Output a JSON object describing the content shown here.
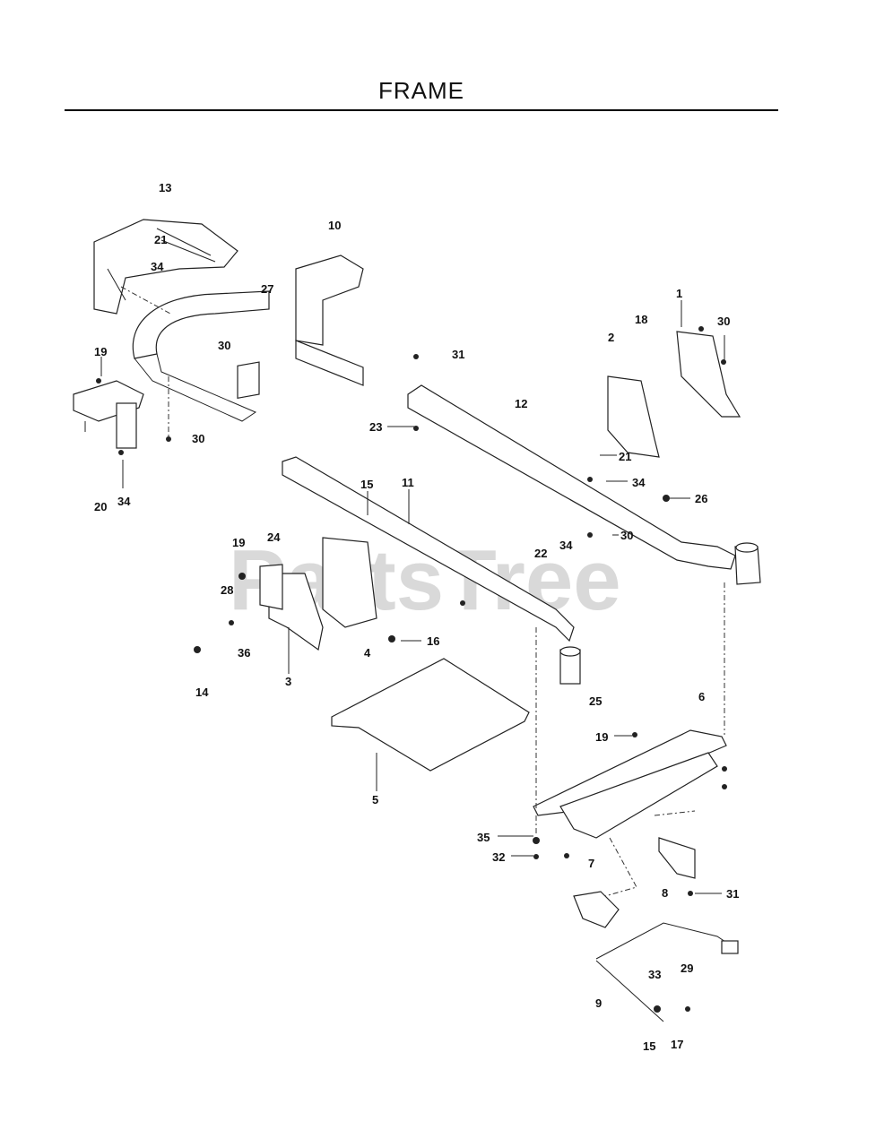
{
  "page": {
    "title": "FRAME",
    "watermark": "PartsTree"
  },
  "callouts": [
    "13",
    "21",
    "34",
    "10",
    "27",
    "30",
    "19",
    "20",
    "34",
    "30",
    "1",
    "18",
    "30",
    "2",
    "31",
    "12",
    "23",
    "21",
    "34",
    "26",
    "30",
    "22",
    "34",
    "15",
    "11",
    "19",
    "24",
    "28",
    "36",
    "3",
    "4",
    "16",
    "14",
    "5",
    "25",
    "6",
    "19",
    "35",
    "32",
    "7",
    "8",
    "31",
    "33",
    "29",
    "9",
    "15",
    "17"
  ]
}
